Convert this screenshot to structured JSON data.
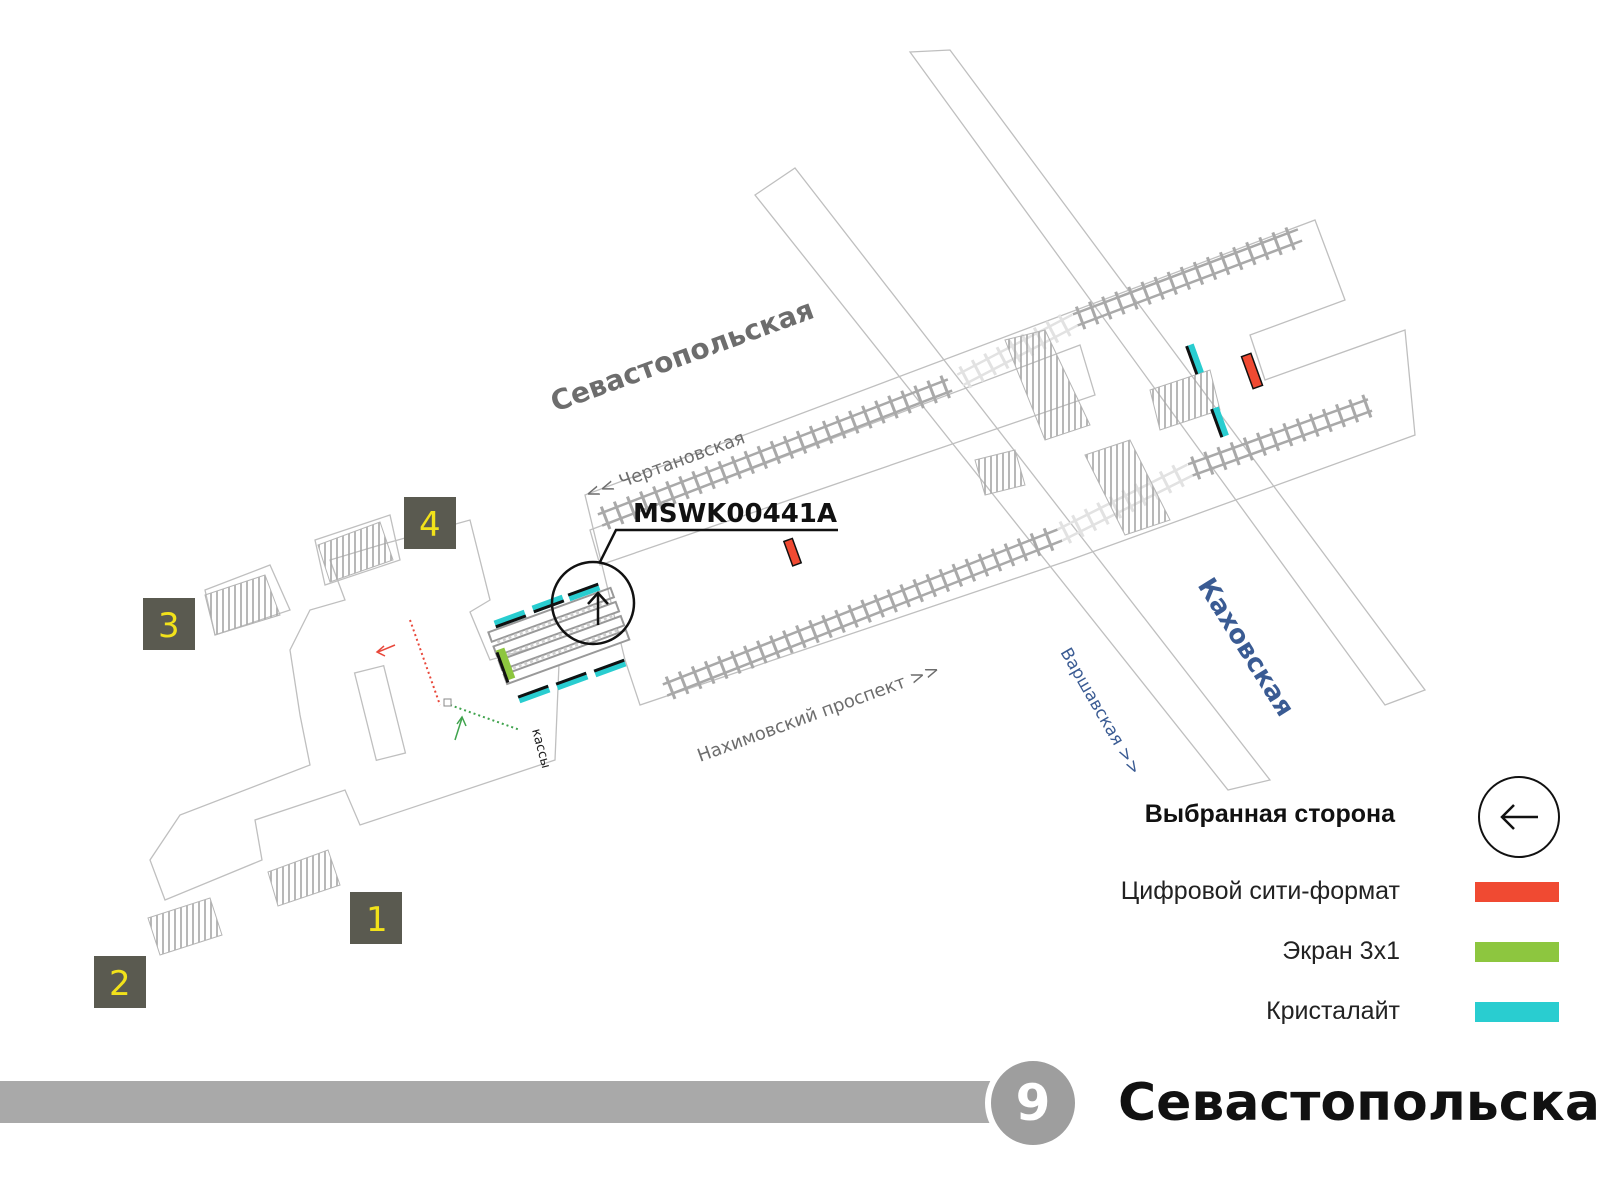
{
  "map": {
    "streets": {
      "sevastopolskaya": "Севастопольская",
      "kakhovskaya": "Каховская",
      "chertanovskaya": "<< Чертановская",
      "nakhimovsky": "Нахимовский проспект >>",
      "varshavskaya": "Варшавская >>"
    },
    "kassy": "кассы",
    "exits": [
      "1",
      "2",
      "3",
      "4"
    ],
    "selected_code": "MSWK00441A"
  },
  "legend": {
    "selected_side": "Выбранная сторона",
    "items": [
      {
        "label": "Цифровой сити-формат",
        "color": "#f04a32"
      },
      {
        "label": "Экран 3х1",
        "color": "#8dc63f"
      },
      {
        "label": "Кристалайт",
        "color": "#29cdd0"
      }
    ]
  },
  "line": {
    "number": "9",
    "station": "Севастопольская",
    "color": "#a9a9a9"
  },
  "colors": {
    "arrow_exit": "#e8473a",
    "arrow_entry": "#3fa34d",
    "exit_box": "#5a5a50",
    "exit_number": "#f2e21a"
  }
}
